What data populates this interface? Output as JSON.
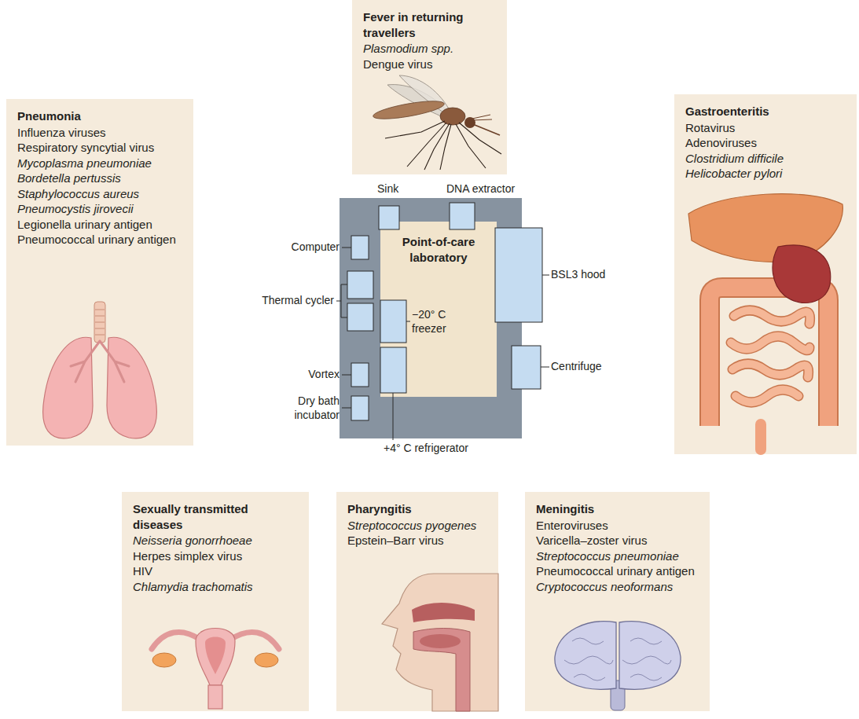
{
  "diagram": {
    "nodes": [
      {
        "text": [
          "Fever in returning travellers",
          "Plasmodium spp.",
          "Dengue virus"
        ]
      },
      {
        "text": [
          "Pneumonia",
          "Influenza viruses",
          "Respiratory syncytial virus",
          "Mycoplasma pneumoniae",
          "Bordetella pertussis",
          "Staphylococcus aureus",
          "Pneumocystis jirovecii",
          "Legionella urinary antigen",
          "Pneumococcal urinary antigen"
        ]
      },
      {
        "text": [
          "Gastroenteritis",
          "Rotavirus",
          "Adenoviruses",
          "Clostridium difficile",
          "Helicobacter pylori"
        ]
      },
      {
        "text": [
          "Point-of-care laboratory"
        ]
      },
      {
        "text": [
          "Sexually transmitted diseases",
          "Neisseria gonorrhoeae",
          "Herpes simplex virus",
          "HIV",
          "Chlamydia trachomatis"
        ]
      },
      {
        "text": [
          "Pharyngitis",
          "Streptococcus pyogenes",
          "Epstein–Barr virus"
        ]
      },
      {
        "text": [
          "Meningitis",
          "Enteroviruses",
          "Varicella–zoster virus",
          "Streptococcus pneumoniae",
          "Pneumococcal urinary antigen",
          "Cryptococcus neoformans"
        ]
      }
    ],
    "labels": [
      "Sink",
      "DNA extractor",
      "Computer",
      "Thermal cycler",
      "Vortex",
      "Dry bath incubator",
      "−20° C freezer",
      "+4° C refrigerator",
      "BSL3 hood",
      "Centrifuge"
    ]
  }
}
